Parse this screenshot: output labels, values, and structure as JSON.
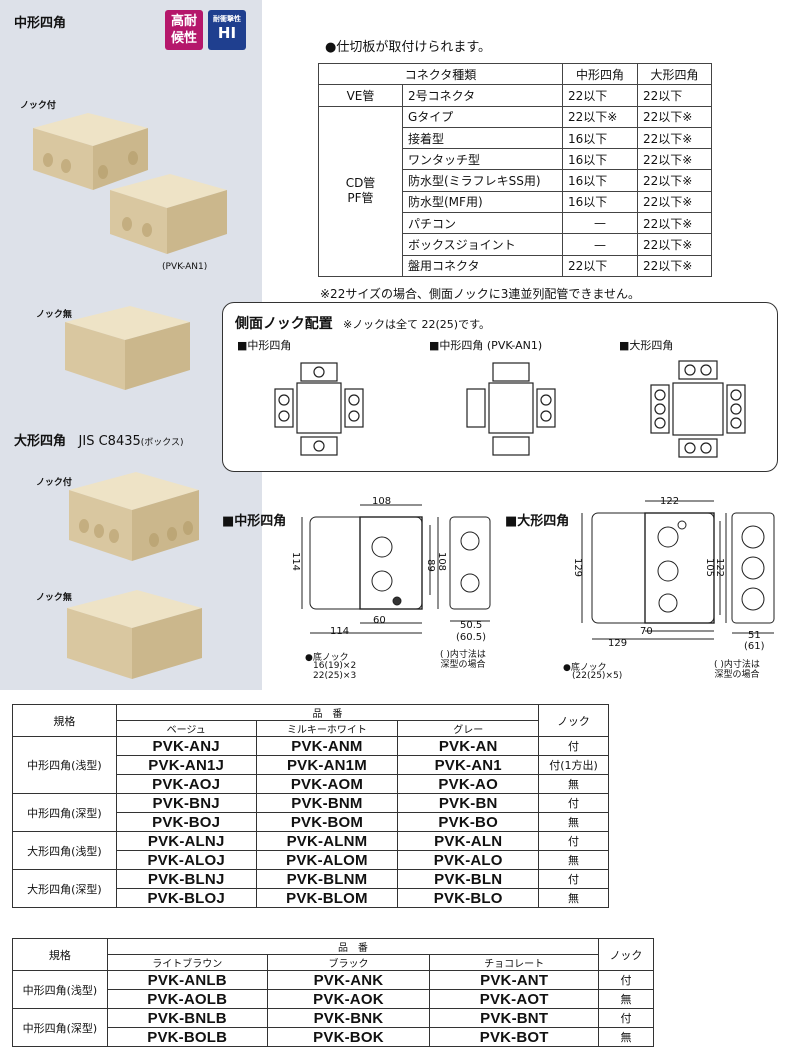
{
  "left_panel": {
    "title_medium": "中形四角",
    "badge_weather": "高耐\n候性",
    "badge_impact_small": "耐衝撃性",
    "badge_impact": "HI",
    "label_knock_with": "ノック付",
    "label_model": "(PVK-AN1)",
    "label_knock_without": "ノック無",
    "title_large": "大形四角",
    "title_large_jis": "JIS C8435",
    "title_large_box": "(ボックス)",
    "label_knock_with_2": "ノック付",
    "label_knock_without_2": "ノック無"
  },
  "note_partition": "●仕切板が取付けられます。",
  "connector_table": {
    "header": [
      "コネクタ種類",
      "中形四角",
      "大形四角"
    ],
    "ve_row": {
      "group": "VE管",
      "type": "2号コネクタ",
      "medium": "22以下",
      "large": "22以下"
    },
    "cd_group": "CD管\nPF管",
    "cd_rows": [
      {
        "type": "Gタイプ",
        "medium": "22以下※",
        "large": "22以下※"
      },
      {
        "type": "接着型",
        "medium": "16以下",
        "large": "22以下※"
      },
      {
        "type": "ワンタッチ型",
        "medium": "16以下",
        "large": "22以下※"
      },
      {
        "type": "防水型(ミラフレキSS用)",
        "medium": "16以下",
        "large": "22以下※"
      },
      {
        "type": "防水型(MF用)",
        "medium": "16以下",
        "large": "22以下※"
      },
      {
        "type": "パチコン",
        "medium": "—",
        "large": "22以下※"
      },
      {
        "type": "ボックスジョイント",
        "medium": "—",
        "large": "22以下※"
      },
      {
        "type": "盤用コネクタ",
        "medium": "22以下",
        "large": "22以下※"
      }
    ],
    "footnote": "※22サイズの場合、側面ノックに3連並列配管できません。"
  },
  "knock_layout": {
    "title": "側面ノック配置",
    "note": "※ノックは全て 22(25)です。",
    "label_medium": "■中形四角",
    "label_medium_an1": "■中形四角 (PVK-AN1)",
    "label_large": "■大形四角"
  },
  "dimensions": {
    "medium": {
      "title": "■中形四角",
      "dims": [
        "108",
        "114",
        "89",
        "108",
        "60",
        "114",
        "50.5",
        "(60.5)"
      ],
      "bottom_knock": "●底ノック",
      "bottom_knock_detail": "16(19)×2\n22(25)×3",
      "paren_note": "( )内寸法は\n深型の場合"
    },
    "large": {
      "title": "■大形四角",
      "dims": [
        "122",
        "129",
        "105",
        "122",
        "70",
        "129",
        "51",
        "(61)"
      ],
      "bottom_knock": "●底ノック",
      "bottom_knock_detail": "(22(25)×5)",
      "paren_note": "( )内寸法は\n深型の場合"
    }
  },
  "product_table_1": {
    "spec_header": "規格",
    "part_header": "品　番",
    "knock_header": "ノック",
    "colors": [
      "ベージュ",
      "ミルキーホワイト",
      "グレー"
    ],
    "groups": [
      {
        "spec": "中形四角(浅型)",
        "rows": [
          {
            "codes": [
              "PVK-ANJ",
              "PVK-ANM",
              "PVK-AN"
            ],
            "knock": "付"
          },
          {
            "codes": [
              "PVK-AN1J",
              "PVK-AN1M",
              "PVK-AN1"
            ],
            "knock": "付(1方出)"
          },
          {
            "codes": [
              "PVK-AOJ",
              "PVK-AOM",
              "PVK-AO"
            ],
            "knock": "無"
          }
        ]
      },
      {
        "spec": "中形四角(深型)",
        "rows": [
          {
            "codes": [
              "PVK-BNJ",
              "PVK-BNM",
              "PVK-BN"
            ],
            "knock": "付"
          },
          {
            "codes": [
              "PVK-BOJ",
              "PVK-BOM",
              "PVK-BO"
            ],
            "knock": "無"
          }
        ]
      },
      {
        "spec": "大形四角(浅型)",
        "rows": [
          {
            "codes": [
              "PVK-ALNJ",
              "PVK-ALNM",
              "PVK-ALN"
            ],
            "knock": "付"
          },
          {
            "codes": [
              "PVK-ALOJ",
              "PVK-ALOM",
              "PVK-ALO"
            ],
            "knock": "無"
          }
        ]
      },
      {
        "spec": "大形四角(深型)",
        "rows": [
          {
            "codes": [
              "PVK-BLNJ",
              "PVK-BLNM",
              "PVK-BLN"
            ],
            "knock": "付"
          },
          {
            "codes": [
              "PVK-BLOJ",
              "PVK-BLOM",
              "PVK-BLO"
            ],
            "knock": "無"
          }
        ]
      }
    ]
  },
  "product_table_2": {
    "spec_header": "規格",
    "part_header": "品　番",
    "knock_header": "ノック",
    "colors": [
      "ライトブラウン",
      "ブラック",
      "チョコレート"
    ],
    "groups": [
      {
        "spec": "中形四角(浅型)",
        "rows": [
          {
            "codes": [
              "PVK-ANLB",
              "PVK-ANK",
              "PVK-ANT"
            ],
            "knock": "付"
          },
          {
            "codes": [
              "PVK-AOLB",
              "PVK-AOK",
              "PVK-AOT"
            ],
            "knock": "無"
          }
        ]
      },
      {
        "spec": "中形四角(深型)",
        "rows": [
          {
            "codes": [
              "PVK-BNLB",
              "PVK-BNK",
              "PVK-BNT"
            ],
            "knock": "付"
          },
          {
            "codes": [
              "PVK-BOLB",
              "PVK-BOK",
              "PVK-BOT"
            ],
            "knock": "無"
          }
        ]
      }
    ]
  },
  "colors": {
    "panel_bg": "#dde1e9",
    "badge_weather": "#b5176b",
    "badge_impact": "#1f3f8f",
    "box_body": "#e2d2ad",
    "box_top": "#eadfc2"
  }
}
